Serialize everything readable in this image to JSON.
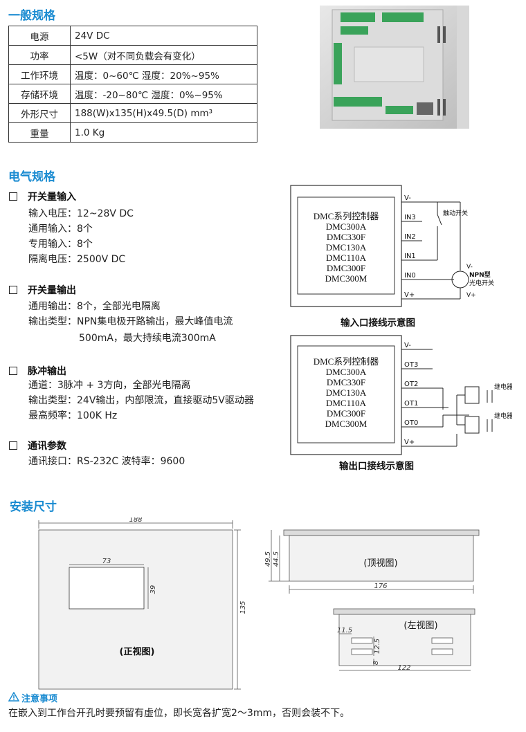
{
  "sections": {
    "general": "一般规格",
    "electrical": "电气规格",
    "install": "安装尺寸"
  },
  "spec_table": [
    {
      "key": "电源",
      "value": "24V DC"
    },
    {
      "key": "功率",
      "value": "<5W（对不同负载会有变化）"
    },
    {
      "key": "工作环境",
      "value": "温度：0~60℃  湿度：20%~95%"
    },
    {
      "key": "存储环境",
      "value": "温度：-20~80℃  湿度：0%~95%"
    },
    {
      "key": "外形尺寸",
      "value": "188(W)x135(H)x49.5(D) mm³"
    },
    {
      "key": "重量",
      "value": "1.0 Kg"
    }
  ],
  "blocks": [
    {
      "title": "开关量输入",
      "lines": [
        "输入电压：12~28V DC",
        "通用输入：8个",
        "专用输入：8个",
        "隔离电压：2500V DC"
      ]
    },
    {
      "title": "开关量输出",
      "lines": [
        "通用输出：8个，全部光电隔离",
        "输出类型：NPN集电极开路输出，最大峰值电流",
        "500mA，最大持续电流300mA"
      ]
    },
    {
      "title": "脉冲输出",
      "lines": [
        "通道：3脉冲 + 3方向，全部光电隔离",
        "输出类型：24V输出，内部限流，直接驱动5V驱动器",
        "最高频率：100K Hz"
      ]
    },
    {
      "title": "通讯参数",
      "lines": [
        "通讯接口：RS-232C    波特率：9600"
      ]
    }
  ],
  "input_diagram": {
    "models": [
      "DMC系列控制器",
      "DMC300A",
      "DMC330F",
      "DMC130A",
      "DMC110A",
      "DMC300F",
      "DMC300M"
    ],
    "pins": [
      "V-",
      "IN3",
      "IN2",
      "IN1",
      "IN0",
      "V+"
    ],
    "touch_switch": "触动开关",
    "npn": "NPN型",
    "npn2": "光电开关",
    "vminus": "V-",
    "vplus": "V+",
    "caption": "输入口接线示意图"
  },
  "output_diagram": {
    "models": [
      "DMC系列控制器",
      "DMC300A",
      "DMC330F",
      "DMC130A",
      "DMC110A",
      "DMC300F",
      "DMC300M"
    ],
    "pins": [
      "V-",
      "OT3",
      "OT2",
      "OT1",
      "OT0",
      "V+"
    ],
    "relay1": "继电器1",
    "relay0": "继电器0",
    "caption": "输出口接线示意图"
  },
  "install": {
    "front_w": "188",
    "front_h": "135",
    "cut_w": "73",
    "cut_h": "39",
    "front_label": "(正视图)",
    "top_label": "(顶视图)",
    "top_h1": "49.5",
    "top_h2": "44.5",
    "top_w": "176",
    "left_label": "(左视图)",
    "left_a": "11.5",
    "left_b": "12.5",
    "left_c": "8",
    "left_w": "122"
  },
  "note": {
    "title": "注意事项",
    "text": "在嵌入到工作台开孔时要预留有虚位，即长宽各扩宽2～3mm，否则会装不下。"
  }
}
